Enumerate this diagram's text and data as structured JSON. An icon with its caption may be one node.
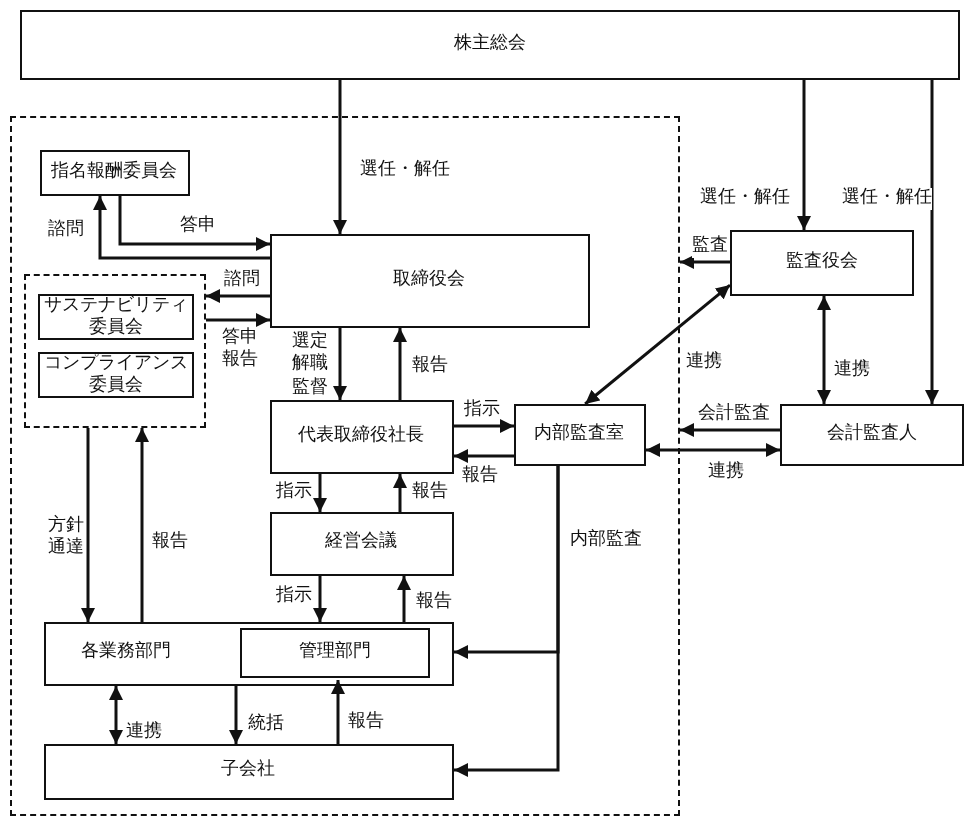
{
  "diagram": {
    "nodes": [
      {
        "text": [
          "株主総会"
        ]
      },
      {
        "text": [],
        "shape": "box"
      },
      {
        "text": [
          "指名報酬委員会"
        ],
        "in": 1
      },
      {
        "text": [
          "取締役会"
        ],
        "in": 1
      },
      {
        "text": [],
        "shape": "box",
        "in": 1
      },
      {
        "text": [
          "サステナビリティ委員会"
        ],
        "in": 4
      },
      {
        "text": [
          "コンプライアンス委員会"
        ],
        "in": 4
      },
      {
        "text": [
          "代表取締役社長"
        ],
        "in": 1
      },
      {
        "text": [
          "内部監査室"
        ],
        "in": 1
      },
      {
        "text": [
          "監査役会"
        ]
      },
      {
        "text": [
          "会計監査人"
        ]
      },
      {
        "text": [
          "経営会議"
        ],
        "in": 1
      },
      {
        "text": [
          "各業務部門"
        ],
        "in": 1
      },
      {
        "text": [
          "管理部門"
        ],
        "in": 12
      },
      {
        "text": [
          "子会社"
        ],
        "in": 1
      }
    ],
    "edges": [
      {
        "from": 0,
        "to": 3,
        "arrow": "to",
        "label": "選任・解任"
      },
      {
        "from": 0,
        "to": 9,
        "arrow": "to",
        "label": "選任・解任"
      },
      {
        "from": 0,
        "to": 10,
        "arrow": "to",
        "label": "選任・解任"
      },
      {
        "from": 2,
        "to": 3,
        "arrow": "to",
        "label": "答申"
      },
      {
        "from": 3,
        "to": 2,
        "arrow": "to",
        "label": "諮問"
      },
      {
        "from": 3,
        "to": 4,
        "arrow": "to",
        "label": "諮問"
      },
      {
        "from": 4,
        "to": 3,
        "arrow": "to",
        "label": "答申報告"
      },
      {
        "from": 3,
        "to": 7,
        "arrow": "to",
        "label": "選定解職監督"
      },
      {
        "from": 7,
        "to": 3,
        "arrow": "to",
        "label": "報告"
      },
      {
        "from": 7,
        "to": 8,
        "arrow": "to",
        "label": "指示"
      },
      {
        "from": 8,
        "to": 7,
        "arrow": "to",
        "label": "報告"
      },
      {
        "from": 9,
        "to": 1,
        "arrow": "to",
        "label": "監査"
      },
      {
        "from": 9,
        "to": 8,
        "arrow": "both",
        "label": "連携"
      },
      {
        "from": 9,
        "to": 10,
        "arrow": "both",
        "label": "連携"
      },
      {
        "from": 10,
        "to": 1,
        "arrow": "to",
        "label": "会計監査"
      },
      {
        "from": 8,
        "to": 10,
        "arrow": "both",
        "label": "連携"
      },
      {
        "from": 7,
        "to": 11,
        "arrow": "to",
        "label": "指示"
      },
      {
        "from": 11,
        "to": 7,
        "arrow": "to",
        "label": "報告"
      },
      {
        "from": 11,
        "to": 12,
        "arrow": "to",
        "label": "指示"
      },
      {
        "from": 12,
        "to": 11,
        "arrow": "to",
        "label": "報告"
      },
      {
        "from": 8,
        "to": 12,
        "arrow": "to",
        "label": "内部監査"
      },
      {
        "from": 8,
        "to": 14,
        "arrow": "to"
      },
      {
        "from": 4,
        "to": 12,
        "arrow": "to",
        "label": "方針通達"
      },
      {
        "from": 12,
        "to": 4,
        "arrow": "to",
        "label": "報告"
      },
      {
        "from": 12,
        "to": 14,
        "arrow": "both",
        "label": "連携"
      },
      {
        "from": 12,
        "to": 14,
        "arrow": "to",
        "label": "統括"
      },
      {
        "from": 14,
        "to": 13,
        "arrow": "to",
        "label": "報告"
      }
    ]
  }
}
